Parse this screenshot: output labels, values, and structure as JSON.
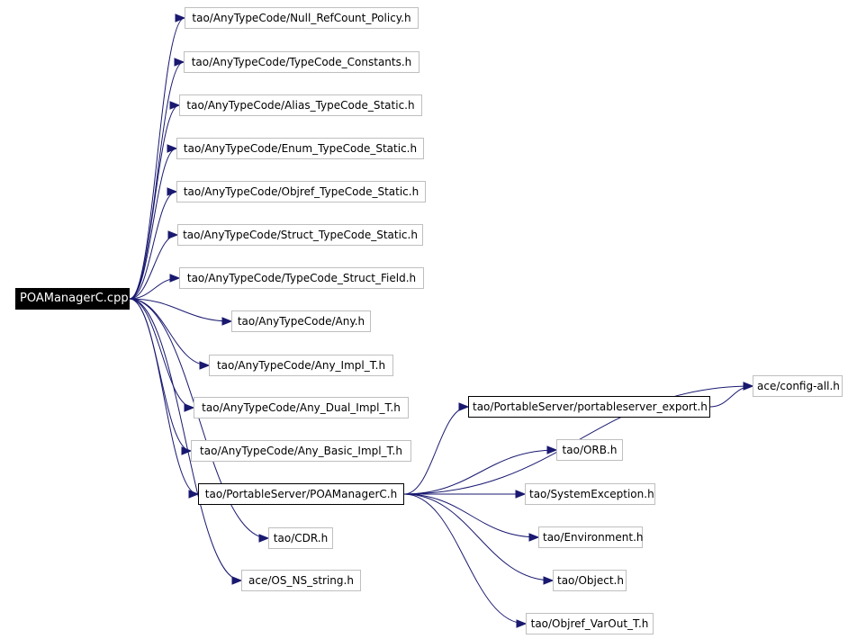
{
  "colors": {
    "edge": "#191970",
    "root_bg": "#000000",
    "node_border": "#bfbfbf"
  },
  "nodes": {
    "root": "POAManagerC.cpp",
    "null_refcount": "tao/AnyTypeCode/Null_RefCount_Policy.h",
    "typecode_constants": "tao/AnyTypeCode/TypeCode_Constants.h",
    "alias_typecode_static": "tao/AnyTypeCode/Alias_TypeCode_Static.h",
    "enum_typecode_static": "tao/AnyTypeCode/Enum_TypeCode_Static.h",
    "objref_typecode_static": "tao/AnyTypeCode/Objref_TypeCode_Static.h",
    "struct_typecode_static": "tao/AnyTypeCode/Struct_TypeCode_Static.h",
    "typecode_struct_field": "tao/AnyTypeCode/TypeCode_Struct_Field.h",
    "any": "tao/AnyTypeCode/Any.h",
    "any_impl_t": "tao/AnyTypeCode/Any_Impl_T.h",
    "any_dual_impl_t": "tao/AnyTypeCode/Any_Dual_Impl_T.h",
    "any_basic_impl_t": "tao/AnyTypeCode/Any_Basic_Impl_T.h",
    "poamanagerc_h": "tao/PortableServer/POAManagerC.h",
    "cdr": "tao/CDR.h",
    "os_ns_string": "ace/OS_NS_string.h",
    "config_all": "ace/config-all.h",
    "portableserver_export": "tao/PortableServer/portableserver_export.h",
    "orb": "tao/ORB.h",
    "system_exception": "tao/SystemException.h",
    "environment": "tao/Environment.h",
    "object": "tao/Object.h",
    "objref_varout_t": "tao/Objref_VarOut_T.h"
  },
  "edges": [
    [
      "root",
      "null_refcount"
    ],
    [
      "root",
      "typecode_constants"
    ],
    [
      "root",
      "alias_typecode_static"
    ],
    [
      "root",
      "enum_typecode_static"
    ],
    [
      "root",
      "objref_typecode_static"
    ],
    [
      "root",
      "struct_typecode_static"
    ],
    [
      "root",
      "typecode_struct_field"
    ],
    [
      "root",
      "any"
    ],
    [
      "root",
      "any_impl_t"
    ],
    [
      "root",
      "any_dual_impl_t"
    ],
    [
      "root",
      "any_basic_impl_t"
    ],
    [
      "root",
      "poamanagerc_h"
    ],
    [
      "root",
      "cdr"
    ],
    [
      "root",
      "os_ns_string"
    ],
    [
      "poamanagerc_h",
      "config_all"
    ],
    [
      "poamanagerc_h",
      "portableserver_export"
    ],
    [
      "portableserver_export",
      "config_all"
    ],
    [
      "poamanagerc_h",
      "orb"
    ],
    [
      "poamanagerc_h",
      "system_exception"
    ],
    [
      "poamanagerc_h",
      "environment"
    ],
    [
      "poamanagerc_h",
      "object"
    ],
    [
      "poamanagerc_h",
      "objref_varout_t"
    ]
  ]
}
